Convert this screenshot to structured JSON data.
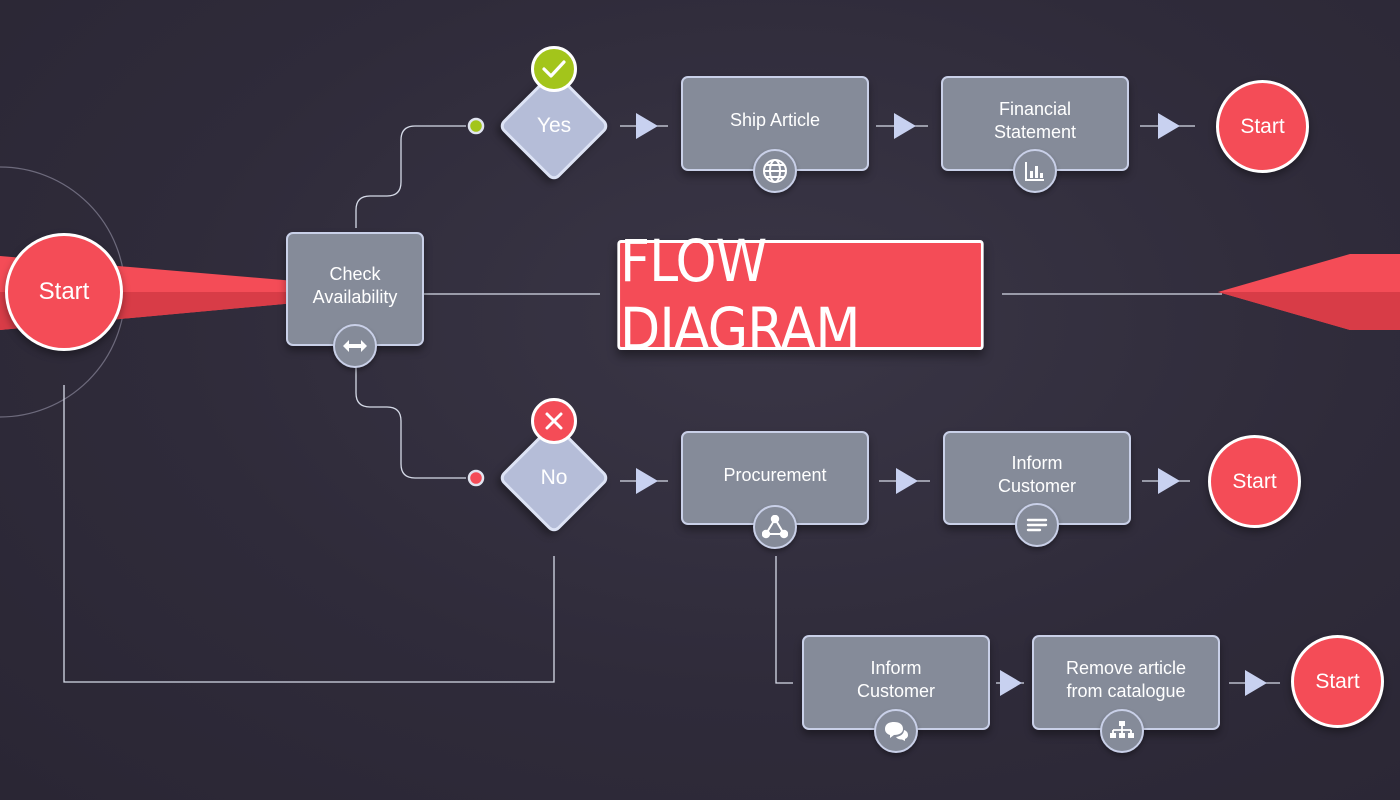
{
  "title": "FLOW DIAGRAM",
  "colors": {
    "background": "#2f2b3a",
    "accent_red": "#f44c57",
    "box_fill": "#858b99",
    "box_border": "#c9d0e8",
    "diamond_fill": "#b5bdd8",
    "yes_green": "#a3c51b",
    "connector": "#d6dbe8"
  },
  "nodes": {
    "start_main": "Start",
    "check": {
      "label": "Check Availability",
      "icon": "left-right-arrow-icon"
    },
    "yes": {
      "label": "Yes",
      "icon": "checkmark-icon"
    },
    "no": {
      "label": "No",
      "icon": "cross-icon"
    },
    "ship": {
      "label": "Ship Article",
      "icon": "globe-icon"
    },
    "financial": {
      "label": "Financial Statement",
      "icon": "bar-chart-icon"
    },
    "start_yes": "Start",
    "procurement": {
      "label": "Procurement",
      "icon": "network-nodes-icon"
    },
    "inform1": {
      "label": "Inform Customer",
      "icon": "list-lines-icon"
    },
    "start_no": "Start",
    "inform2": {
      "label": "Inform Customer",
      "icon": "chat-bubbles-icon"
    },
    "remove": {
      "label": "Remove article from catalogue",
      "icon": "org-chart-icon"
    },
    "start_bottom": "Start"
  }
}
